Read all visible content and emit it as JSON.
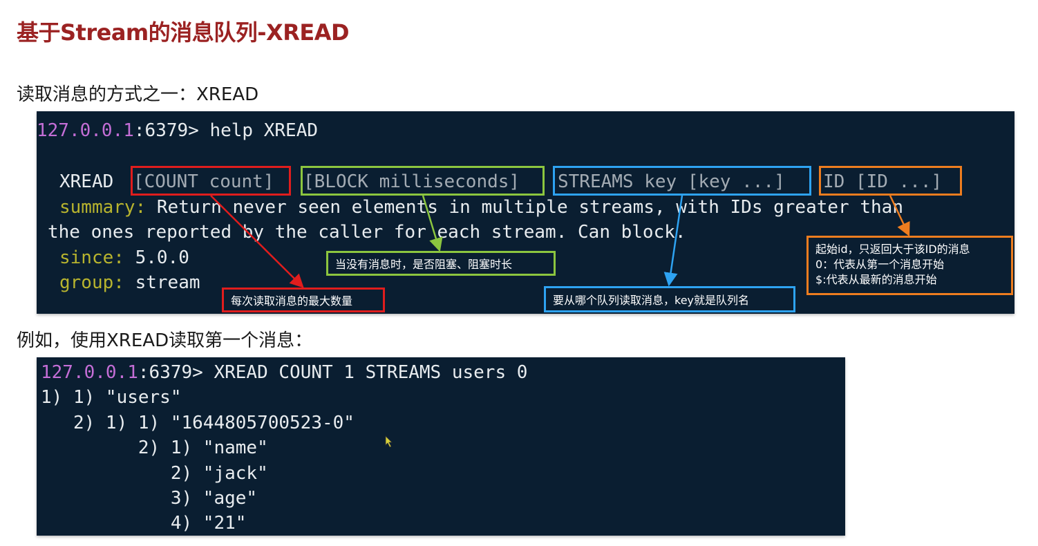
{
  "title": "基于Stream的消息队列-XREAD",
  "intro": "读取消息的方式之一：XREAD",
  "help_terminal": {
    "prompt": "127.0.0.1",
    "port_suffix": ":6379> ",
    "command": "help XREAD",
    "syntax_cmd": "XREAD",
    "arg_count": "[COUNT count]",
    "arg_block": "[BLOCK milliseconds]",
    "arg_streams": "STREAMS key [key ...]",
    "arg_id": "ID [ID ...]",
    "summary_label": "summary:",
    "summary_line1": " Return never seen elements in multiple streams, with IDs greater than",
    "summary_line2": "the ones reported by the caller for each stream. Can block.",
    "since_label": "since:",
    "since_value": " 5.0.0",
    "group_label": "group:",
    "group_value": " stream"
  },
  "annotations": {
    "count_note": "每次读取消息的最大数量",
    "block_note": "当没有消息时，是否阻塞、阻塞时长",
    "streams_note": "要从哪个队列读取消息，key就是队列名",
    "id_note_lines": [
      "起始id，只返回大于该ID的消息",
      "0：代表从第一个消息开始",
      "$:代表从最新的消息开始"
    ],
    "colors": {
      "count": "#e01d1d",
      "block": "#8cc63f",
      "streams": "#2ea3f2",
      "id": "#ee7d1f"
    }
  },
  "example_intro": "例如，使用XREAD读取第一个消息：",
  "example_terminal": {
    "prompt": "127.0.0.1",
    "port_suffix": ":6379> ",
    "command": "XREAD COUNT 1 STREAMS users 0",
    "output": [
      "1) 1) \"users\"",
      "   2) 1) 1) \"1644805700523-0\"",
      "         2) 1) \"name\"",
      "            2) \"jack\"",
      "            3) \"age\"",
      "            4) \"21\""
    ]
  }
}
